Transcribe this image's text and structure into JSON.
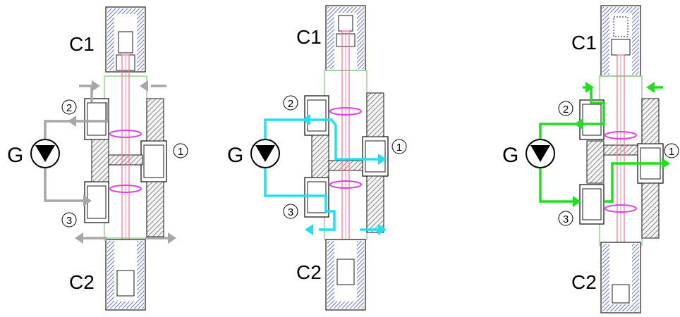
{
  "panels": [
    {
      "id": "left",
      "labels": {
        "top_cylinder": "C1",
        "bottom_cylinder": "C2",
        "generator": "G",
        "port1": "1",
        "port2": "2",
        "port3": "3"
      },
      "flow_color": "#a6a6a6",
      "state": "neutral"
    },
    {
      "id": "middle",
      "labels": {
        "top_cylinder": "C1",
        "bottom_cylinder": "C2",
        "generator": "G",
        "port1": "1",
        "port2": "2",
        "port3": "3"
      },
      "flow_color": "#22e0f0",
      "state": "down"
    },
    {
      "id": "right",
      "labels": {
        "top_cylinder": "C1",
        "bottom_cylinder": "C2",
        "generator": "G",
        "port1": "1",
        "port2": "2",
        "port3": "3"
      },
      "flow_color": "#22dd22",
      "state": "up"
    }
  ],
  "colors": {
    "cylinder_body": "#3344cc",
    "cylinder_outline": "#1a1a1a",
    "body_outline": "#8fd08f",
    "rod": "#ff6b8a",
    "nut": "#e040e0",
    "hatch": "#6e6e6e",
    "text": "#000000"
  }
}
